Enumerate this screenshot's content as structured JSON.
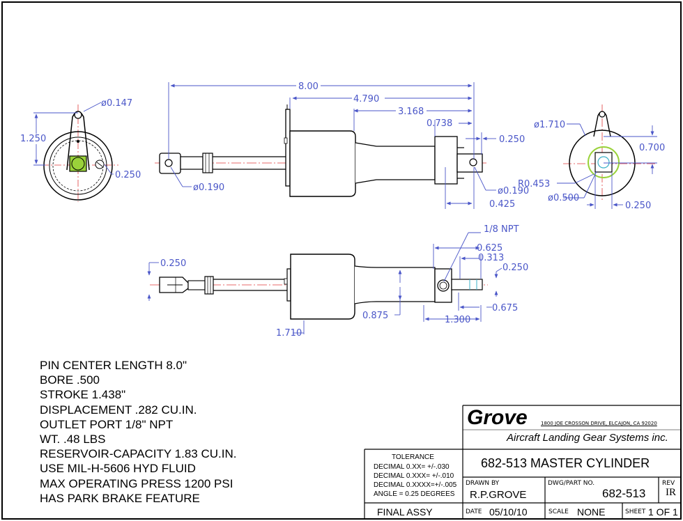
{
  "dimensions": {
    "front_hole_dia": "ø0.147",
    "front_height": "1.250",
    "front_offset": "0.250",
    "overall_length": "8.00",
    "length_4790": "4.790",
    "length_3168": "3.168",
    "length_0738": "0.738",
    "end_offset": "0.250",
    "rod_pin_dia": "ø0.190",
    "end_pin_dia": "ø0.190",
    "end_0425": "0.425",
    "side_dia_1710": "ø1.710",
    "side_0700": "0.700",
    "side_radius": "R0.453",
    "side_dia_0500": "ø0.500",
    "side_0250": "0.250",
    "npt_label": "1/8 NPT",
    "top_0625": "0.625",
    "top_0313": "0.313",
    "top_0250": "0.250",
    "clevis_0250": "0.250",
    "top_0875": "0.875",
    "top_1300": "1.300",
    "top_0675": "0.675",
    "body_1710": "1.710"
  },
  "specs": [
    "PIN CENTER LENGTH 8.0\"",
    "BORE .500",
    "STROKE 1.438\"",
    "DISPLACEMENT .282 CU.IN.",
    "OUTLET PORT 1/8\" NPT",
    "WT. .48 LBS",
    "RESERVOIR-CAPACITY  1.83 CU.IN.",
    "USE MIL-H-5606 HYD FLUID",
    "MAX OPERATING PRESS 1200 PSI",
    "HAS PARK BRAKE FEATURE"
  ],
  "title_block": {
    "logo": "Grove",
    "address": "1800 JOE CROSSON DRIVE, ELCAJON, CA 92020",
    "company": "Aircraft Landing Gear Systems inc.",
    "title": "682-513 MASTER CYLINDER",
    "tolerance_heading": "TOLERANCE",
    "tolerances": [
      "DECIMAL 0.XX=  +/-.030",
      "DECIMAL 0.XXX= +/-.010",
      "DECIMAL 0.XXXX=+/-.005",
      "ANGLE = 0.25 DEGREES"
    ],
    "drawn_by_label": "DRAWN BY",
    "drawn_by": "R.P.GROVE",
    "part_no_label": "DWG/PART NO.",
    "part_no": "682-513",
    "rev_label": "REV",
    "rev": "IR",
    "final_assy": "FINAL ASSY",
    "date_label": "DATE",
    "date": "05/10/10",
    "scale_label": "SCALE",
    "scale": "NONE",
    "sheet_label": "SHEET",
    "sheet": "1 OF 1"
  },
  "colors": {
    "dimension": "#4a56c8",
    "center_line": "#e03a3a",
    "outline": "#000000",
    "hole_fill": "#9ad23a"
  }
}
